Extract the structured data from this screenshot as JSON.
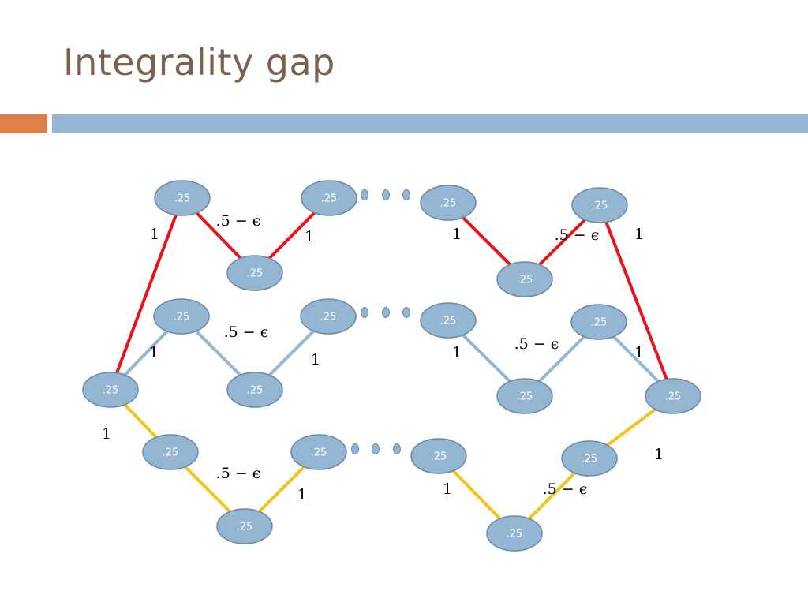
{
  "slide": {
    "title": "Integrality gap"
  },
  "colors": {
    "red": "#e8141c",
    "blue": "#94b6d2",
    "yellow": "#f5c31b",
    "node_fill": "#94b6d2",
    "accent_orange": "#dd8047",
    "accent_blue": "#94b6d2",
    "title_color": "#7a6150"
  },
  "node_label": ".25",
  "weight_one": "1",
  "weight_half_minus_eps": ".5 − ϵ"
}
